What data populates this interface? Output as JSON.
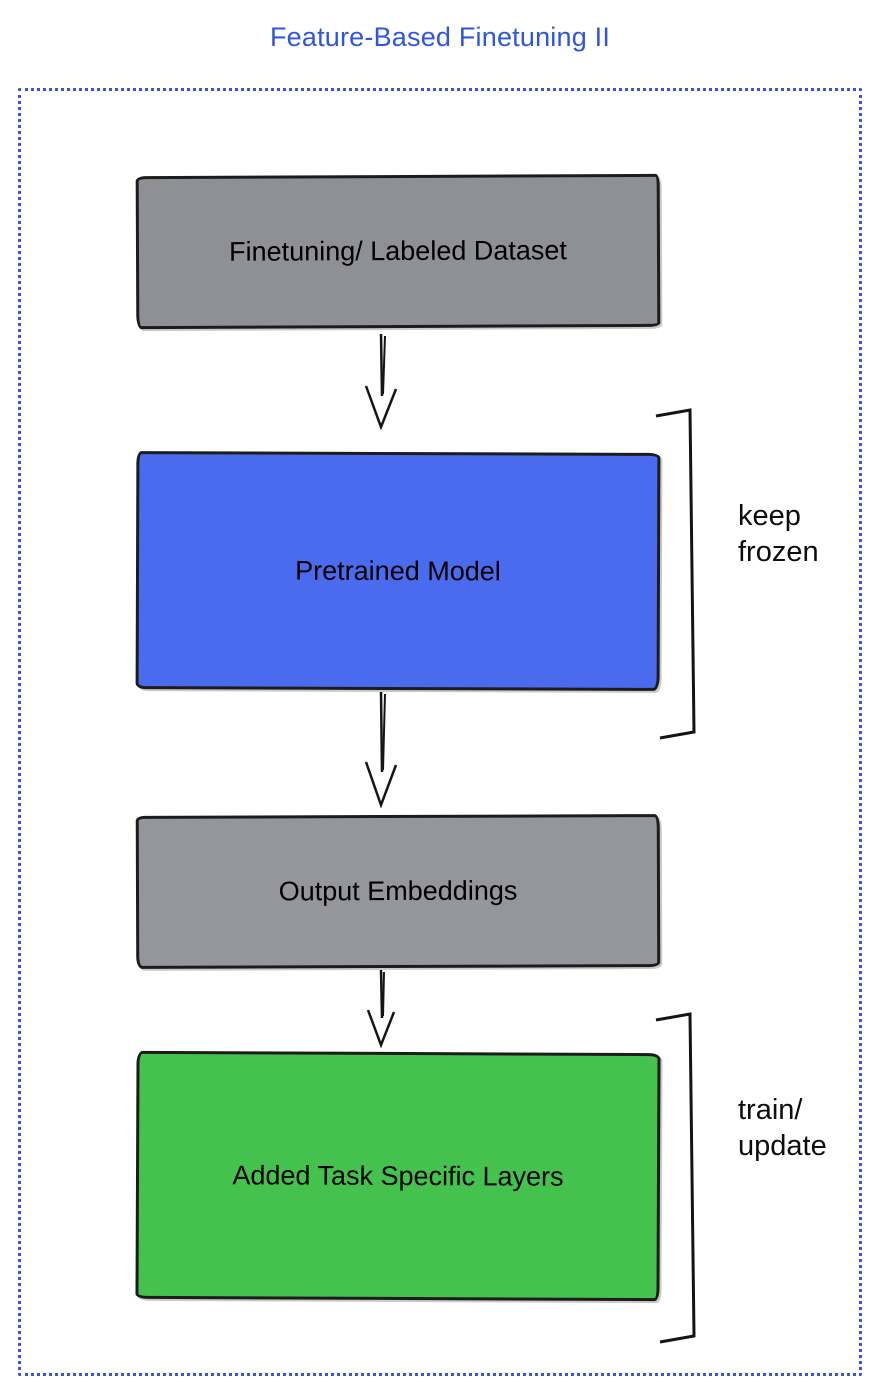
{
  "title": "Feature-Based Finetuning II",
  "colors": {
    "title": "#2e56e0",
    "frame_border": "#3b55d6",
    "stroke": "#1c1c1c"
  },
  "diagram": {
    "type": "flowchart",
    "nodes": [
      {
        "id": "finetuning-dataset",
        "label": "Finetuning/ Labeled Dataset",
        "fill": "#8f9095"
      },
      {
        "id": "pretrained-model",
        "label": "Pretrained Model",
        "fill": "#4a6bee"
      },
      {
        "id": "output-embeddings",
        "label": "Output Embeddings",
        "fill": "#95969b"
      },
      {
        "id": "task-specific-layers",
        "label": "Added Task Specific Layers",
        "fill": "#45c24d"
      }
    ],
    "edges": [
      {
        "from": "finetuning-dataset",
        "to": "pretrained-model"
      },
      {
        "from": "pretrained-model",
        "to": "output-embeddings"
      },
      {
        "from": "output-embeddings",
        "to": "task-specific-layers"
      }
    ],
    "annotations": [
      {
        "target": "pretrained-model",
        "label": "keep frozen"
      },
      {
        "target": "task-specific-layers",
        "label": "train/ update"
      }
    ]
  }
}
